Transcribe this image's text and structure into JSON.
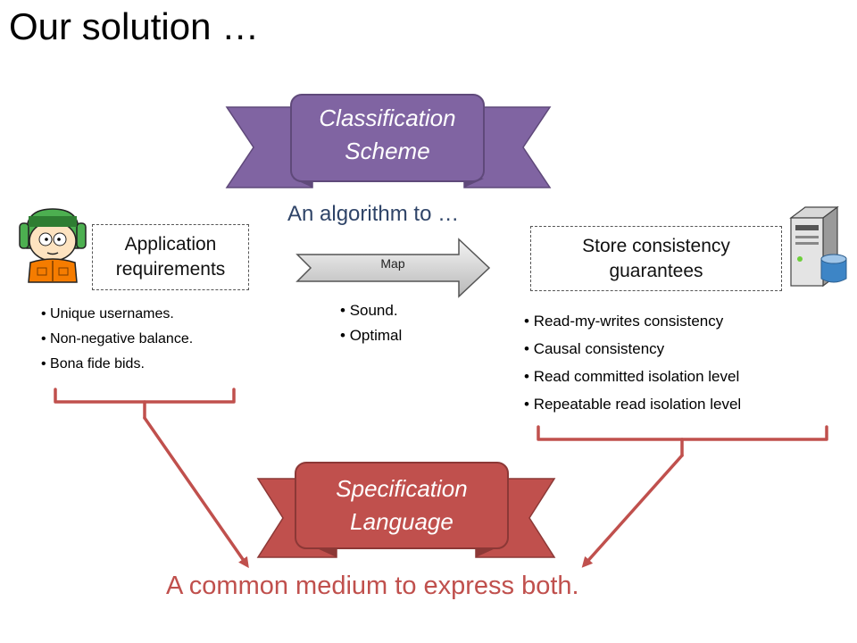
{
  "slide": {
    "title": "Our solution …",
    "ribbon_top": {
      "line1": "Classification",
      "line2": "Scheme",
      "color": "#8064a2"
    },
    "ribbon_bottom": {
      "line1": "Specification",
      "line2": "Language",
      "color": "#c0504d"
    },
    "algorithm_text": "An algorithm to …",
    "app_box": {
      "line1": "Application",
      "line2": "requirements"
    },
    "store_box": {
      "line1": "Store consistency",
      "line2": "guarantees"
    },
    "map_arrow_label": "Map",
    "app_requirements": [
      "Unique usernames.",
      "Non-negative balance.",
      "Bona fide bids."
    ],
    "algorithm_properties": [
      "Sound.",
      "Optimal"
    ],
    "store_guarantees": [
      "Read-my-writes consistency",
      "Causal consistency",
      "Read committed isolation level",
      "Repeatable read isolation level"
    ],
    "bottom_text": "A common medium to express both.",
    "icons": {
      "app": "cartoon-character-icon",
      "store": "server-database-icon"
    }
  }
}
